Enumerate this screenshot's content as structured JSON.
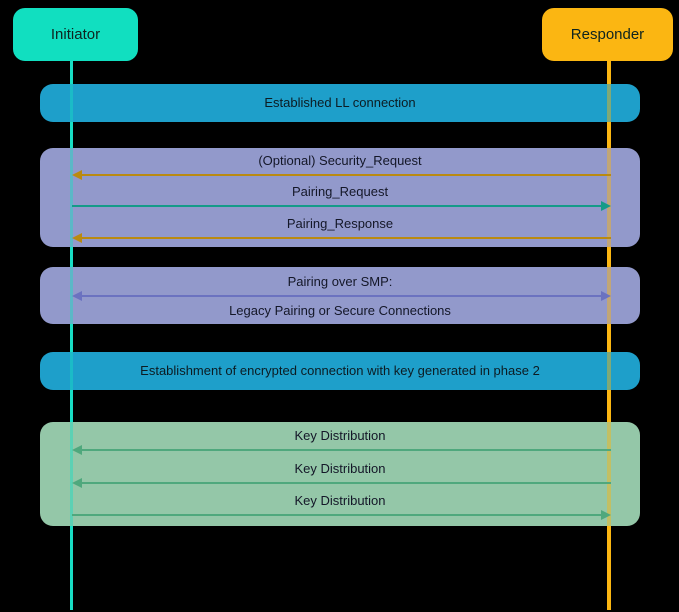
{
  "diagram": {
    "background": "#000000",
    "text_color": "#141728",
    "actors": [
      {
        "id": "initiator",
        "label": "Initiator",
        "color": "#11DFC0",
        "lifeline_color": "#18DEC4"
      },
      {
        "id": "responder",
        "label": "Responder",
        "color": "#FBB612",
        "lifeline_color": "#FBB612"
      }
    ],
    "bands": [
      {
        "type": "status",
        "label": "Established LL connection",
        "color": "#1E9FCA"
      },
      {
        "type": "messages",
        "color": "#9299CB",
        "messages": [
          {
            "label": "(Optional) Security_Request",
            "from": "responder",
            "to": "initiator",
            "direction": "left",
            "color": "#BA8A10"
          },
          {
            "label": "Pairing_Request",
            "from": "initiator",
            "to": "responder",
            "direction": "right",
            "color": "#149B88"
          },
          {
            "label": "Pairing_Response",
            "from": "responder",
            "to": "initiator",
            "direction": "left",
            "color": "#BA8A10"
          }
        ]
      },
      {
        "type": "messages",
        "color": "#9299CB",
        "messages": [
          {
            "label": "Pairing over SMP:",
            "label2": "Legacy Pairing or Secure Connections",
            "direction": "both",
            "color": "#6B72C0"
          }
        ]
      },
      {
        "type": "status",
        "label": "Establishment of encrypted connection with key generated in phase 2",
        "color": "#1E9FCA"
      },
      {
        "type": "messages",
        "color": "#94C7A8",
        "messages": [
          {
            "label": "Key Distribution",
            "from": "responder",
            "to": "initiator",
            "direction": "left",
            "color": "#4FA87D"
          },
          {
            "label": "Key Distribution",
            "from": "responder",
            "to": "initiator",
            "direction": "left",
            "color": "#4FA87D"
          },
          {
            "label": "Key Distribution",
            "from": "initiator",
            "to": "responder",
            "direction": "right",
            "color": "#4FA87D"
          }
        ]
      }
    ]
  }
}
